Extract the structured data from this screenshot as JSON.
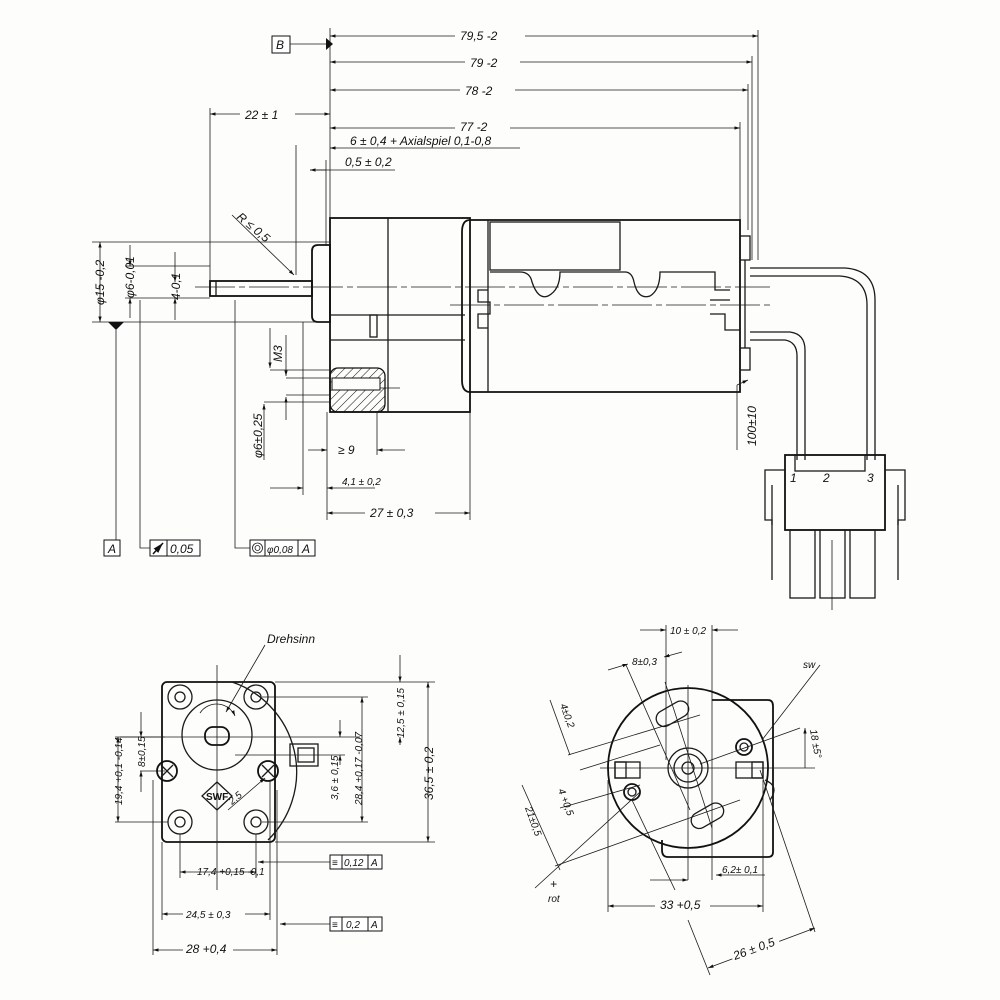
{
  "top_view": {
    "datum_b": "B",
    "dim_79_5": "79,5 -2",
    "dim_79": "79 -2",
    "dim_78": "78 -2",
    "dim_77": "77 -2",
    "dim_axial": "6 ± 0,4 + Axialspiel 0,1-0,8",
    "dim_0_5": "0,5 ± 0,2",
    "dim_22": "22 ± 1",
    "radius": "R ≤ 0,5",
    "dia_15": "φ15 -0,2",
    "dia_6": "φ6-0,01",
    "dim_4": "4-0,1",
    "thread": "M3",
    "dia_6_025": "φ6±0,25",
    "dim_9": "≥ 9",
    "dim_4_1": "4,1 ± 0,2",
    "dim_27": "27 ± 0,3",
    "dim_100": "100±10",
    "pins": [
      "1",
      "2",
      "3"
    ],
    "datum_a": "A",
    "runout_value": "0,05",
    "concentric_value": "φ0,08",
    "concentric_datum": "A"
  },
  "front_view": {
    "rotation_label": "Drehsinn",
    "logo": "SWF",
    "dim_12_5": "12,5 ± 0,15",
    "dim_36_5": "36,5 ± 0,2",
    "dim_28_4": "28,4 +0,17 -0,07",
    "dim_3_6": "3,6 ± 0,15",
    "dim_8": "8±0,15",
    "dim_19_4": "19,4 +0,1 -0,14",
    "dim_2_5": "2,5",
    "dim_17_4": "17,4 +0,15 -0,1",
    "dim_24_5": "24,5 ± 0,3",
    "dim_28": "28 +0,4",
    "sym1_value": "0,12",
    "sym1_datum": "A",
    "sym2_value": "0,2",
    "sym2_datum": "A",
    "sym_symbol": "≡"
  },
  "rear_view": {
    "dim_10": "10 ± 0,2",
    "dim_8": "8±0,3",
    "sw_label": "sw",
    "dim_4_02": "4±0,2",
    "dim_4_05": "4 +0,5",
    "dim_21": "21±0,5",
    "angle_18": "18 ±5°",
    "dim_6_2": "6,2± 0,1",
    "dim_33": "33 +0,5",
    "dim_26": "26 ± 0,5",
    "plus_label": "+",
    "rot_label": "rot"
  }
}
